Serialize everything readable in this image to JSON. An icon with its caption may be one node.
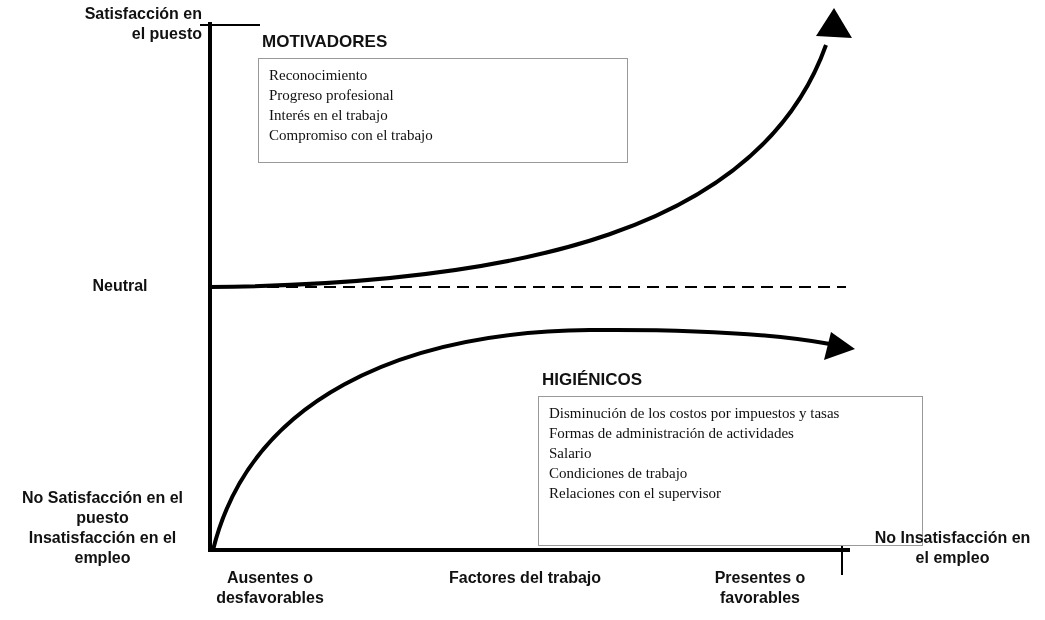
{
  "diagram": {
    "nodes": [
      {
        "text": [
          "MOTIVADORES",
          "Reconocimiento",
          "Progreso profesional",
          "Interés en el trabajo",
          "Compromiso con el trabajo"
        ]
      },
      {
        "text": [
          "HIGIÉNICOS",
          "Disminución de los costos por impuestos y tasas",
          "Formas de administración de actividades",
          "Salario",
          "Condiciones de trabajo",
          "Relaciones con el supervisor"
        ]
      }
    ],
    "labels": [
      "Satisfacción en el puesto",
      "Neutral",
      "No Satisfacción en el puesto",
      "Insatisfacción en el empleo",
      "Ausentes o desfavorables",
      "Factores del trabajo",
      "Presentes o favorables",
      "No Insatisfacción en el empleo"
    ]
  }
}
